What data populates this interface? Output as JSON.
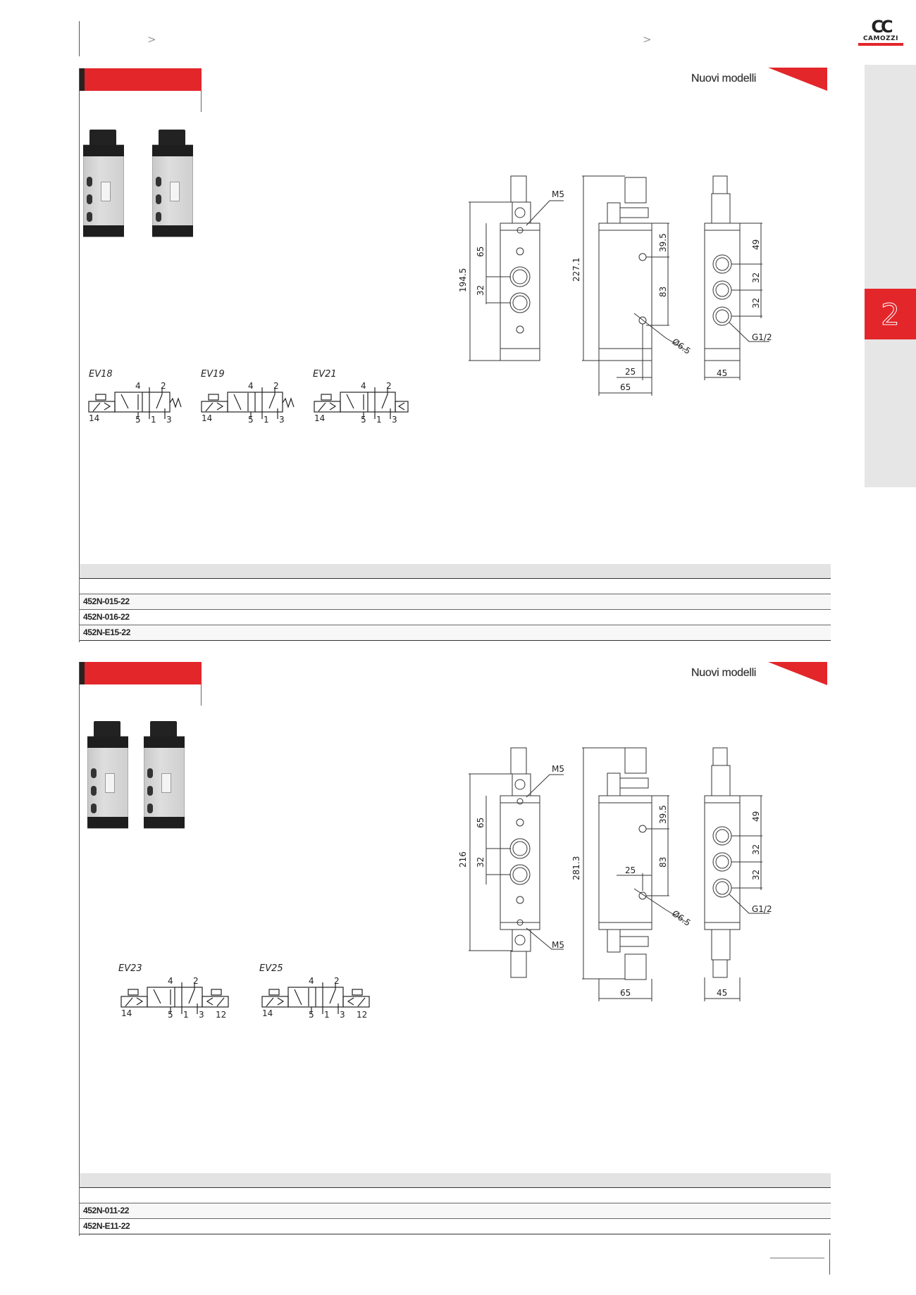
{
  "header": {
    "breadcrumb_separators": [
      ">",
      ">"
    ],
    "logo": {
      "mark": "CC",
      "wordmark": "CAMOZZI"
    },
    "accent_color": "#e2262a"
  },
  "side_tab": {
    "chapter_number": "2"
  },
  "sections": [
    {
      "badge": "Nuovi modelli",
      "symbols": [
        {
          "label": "EV18",
          "ports": [
            "14",
            "4",
            "2",
            "5",
            "1",
            "3"
          ],
          "actuation": "solenoid-spring"
        },
        {
          "label": "EV19",
          "ports": [
            "14",
            "4",
            "2",
            "5",
            "1",
            "3"
          ],
          "actuation": "solenoid-spring"
        },
        {
          "label": "EV21",
          "ports": [
            "14",
            "4",
            "2",
            "5",
            "1",
            "3"
          ],
          "actuation": "solenoid-air-spring"
        }
      ],
      "drawing": {
        "front": {
          "total_height": "194.5",
          "dim_a": "65",
          "dim_b": "32",
          "thread": "M5"
        },
        "side": {
          "total_height": "227.1",
          "dim_a": "39.5",
          "dim_b": "83",
          "hole": "Ø6.5",
          "width_a": "25",
          "width_b": "65"
        },
        "end": {
          "dim_a": "49",
          "dim_b": "32",
          "dim_c": "32",
          "port": "G1/2",
          "width": "45"
        }
      },
      "table_rows": [
        "452N-015-22",
        "452N-016-22",
        "452N-E15-22"
      ]
    },
    {
      "badge": "Nuovi modelli",
      "symbols": [
        {
          "label": "EV23",
          "ports": [
            "14",
            "4",
            "2",
            "5",
            "1",
            "3",
            "12"
          ],
          "actuation": "solenoid-solenoid"
        },
        {
          "label": "EV25",
          "ports": [
            "14",
            "4",
            "2",
            "5",
            "1",
            "3",
            "12"
          ],
          "actuation": "solenoid-solenoid"
        }
      ],
      "drawing": {
        "front": {
          "total_height": "216",
          "dim_a": "65",
          "dim_b": "32",
          "thread_top": "M5",
          "thread_bottom": "M5"
        },
        "side": {
          "total_height": "281.3",
          "dim_a": "39.5",
          "dim_b": "83",
          "hole": "Ø6.5",
          "width_a": "25",
          "width_b": "65"
        },
        "end": {
          "dim_a": "49",
          "dim_b": "32",
          "dim_c": "32",
          "port": "G1/2",
          "width": "45"
        }
      },
      "table_rows": [
        "452N-011-22",
        "452N-E11-22"
      ]
    }
  ]
}
